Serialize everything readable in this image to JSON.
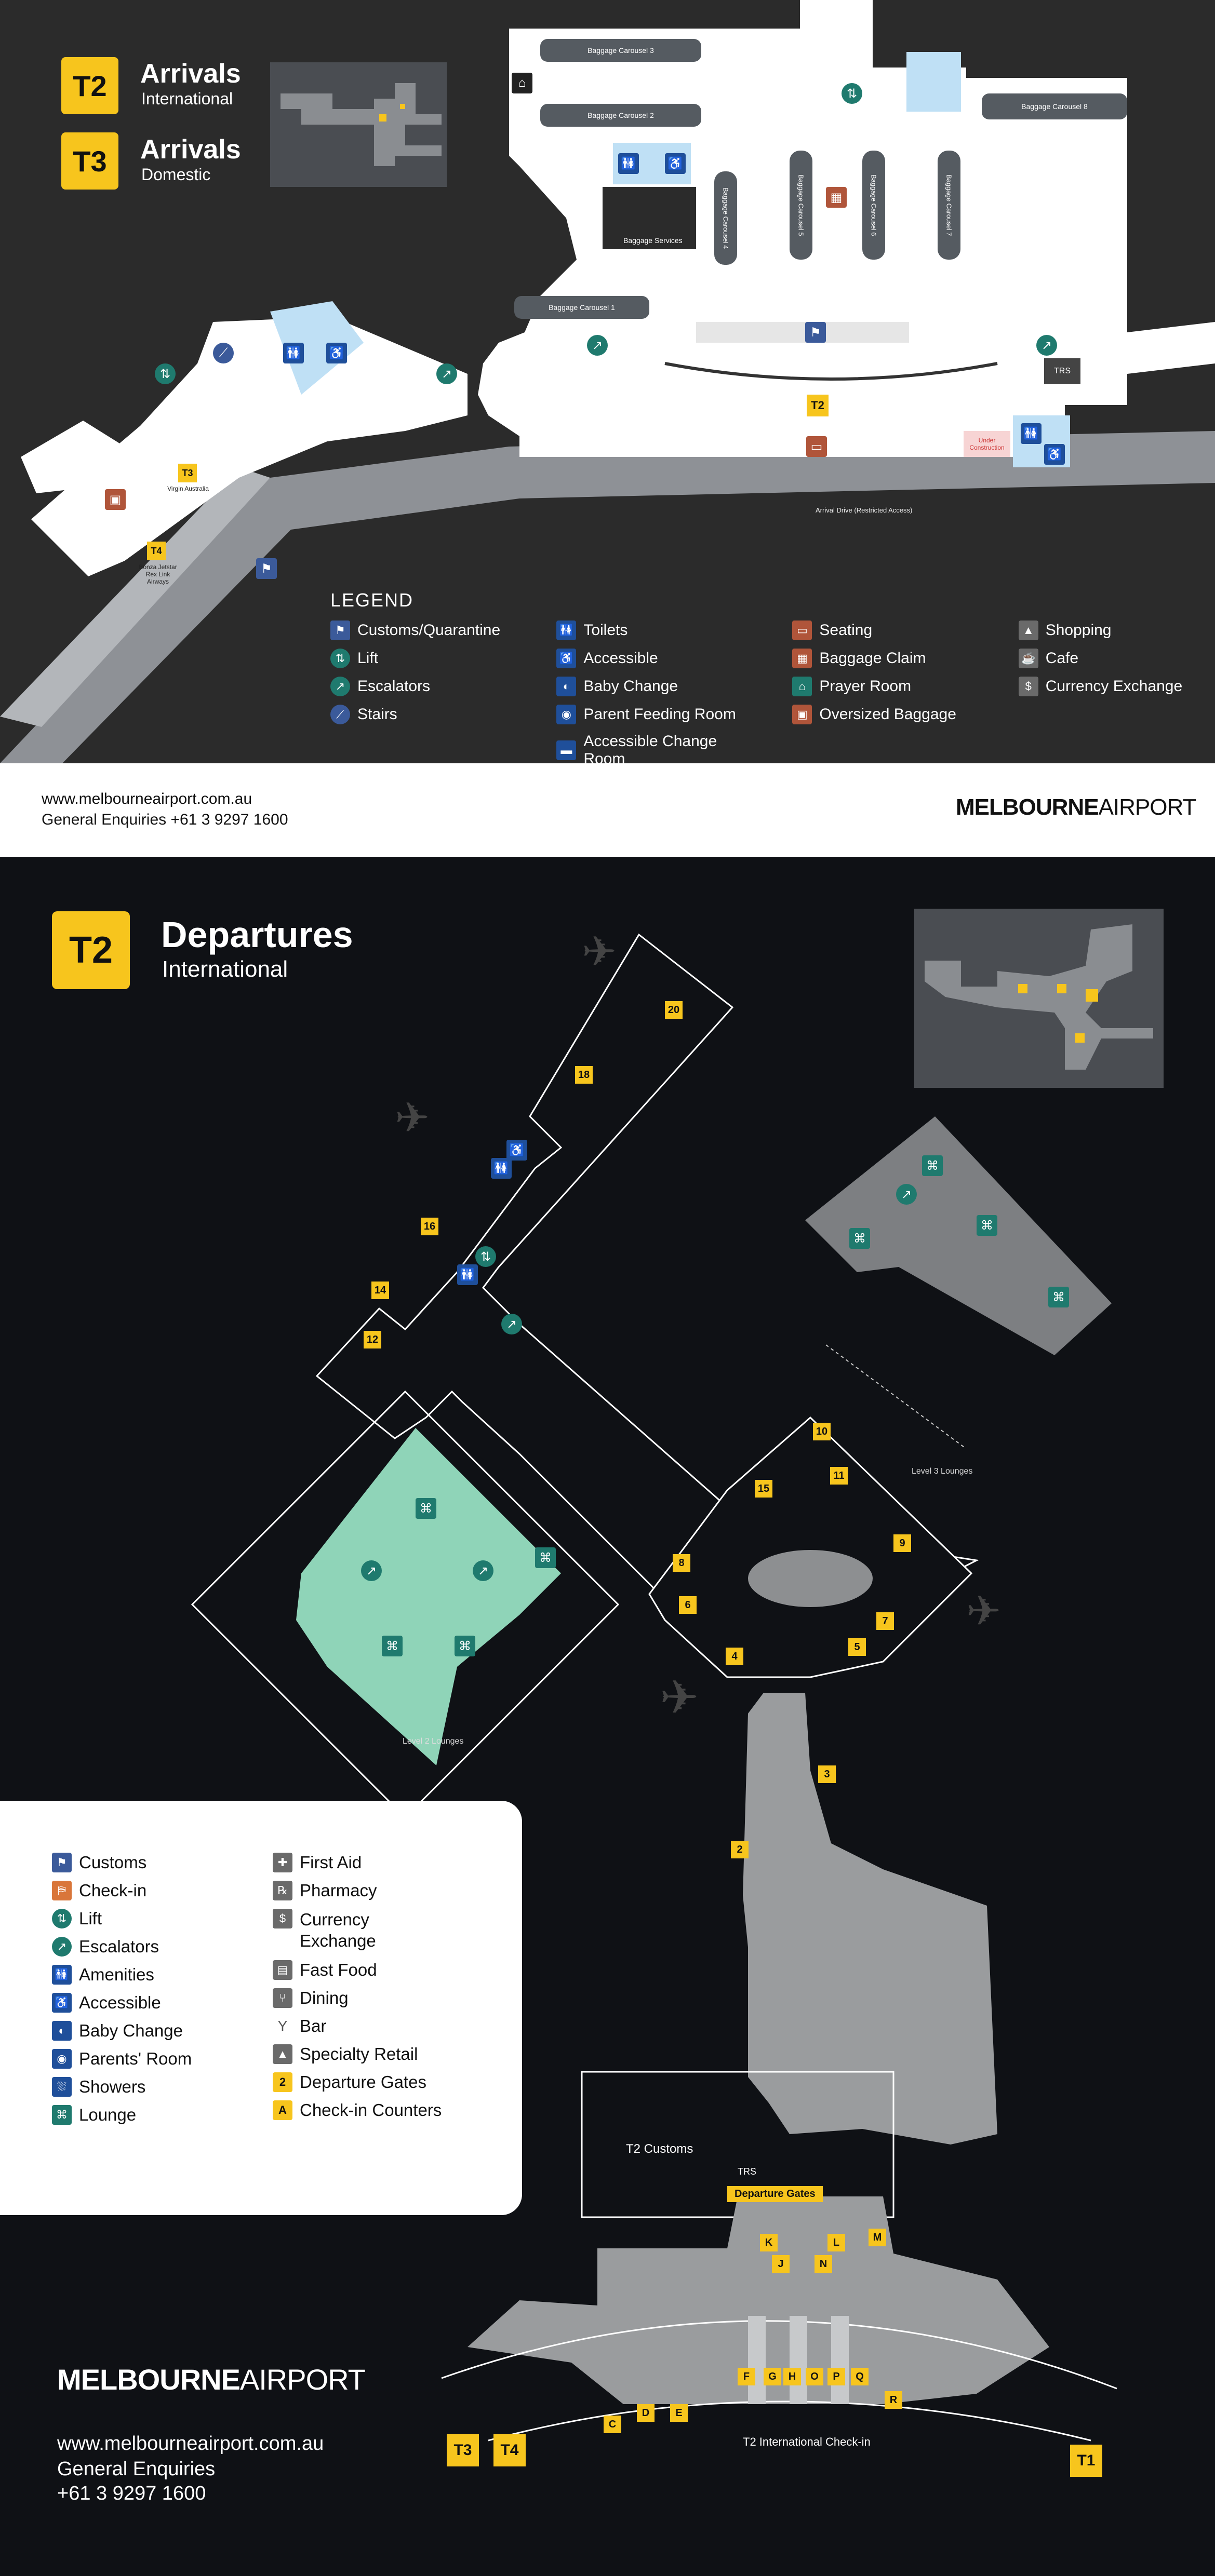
{
  "arrivals": {
    "t2_badge": "T2",
    "t2_title": "Arrivals",
    "t2_subtitle": "International",
    "t3_badge": "T3",
    "t3_title": "Arrivals",
    "t3_subtitle": "Domestic",
    "map_labels": {
      "carousel_1": "Baggage Carousel 1",
      "carousel_2": "Baggage Carousel 2",
      "carousel_3": "Baggage Carousel 3",
      "carousel_4": "Baggage Carousel 4",
      "carousel_5": "Baggage Carousel 5",
      "carousel_6": "Baggage Carousel 6",
      "carousel_7": "Baggage Carousel 7",
      "carousel_8": "Baggage Carousel 8",
      "baggage_services": "Baggage Services",
      "t2_marker": "T2",
      "t3_marker": "T3",
      "t4_marker": "T4",
      "virgin": "Virgin Australia",
      "t4_airlines": "Bonza Jetstar Rex Link Airways",
      "arrival_drive": "Arrival Drive (Restricted Access)",
      "trs": "TRS",
      "under_construction": "Under Construction"
    },
    "legend_title": "LEGEND",
    "legend": [
      {
        "label": "Customs/Quarantine",
        "icon": "customs-icon",
        "color": "#3b5a9a"
      },
      {
        "label": "Lift",
        "icon": "lift-icon",
        "color": "#1f7a6e"
      },
      {
        "label": "Escalators",
        "icon": "escalator-icon",
        "color": "#1f7a6e"
      },
      {
        "label": "Stairs",
        "icon": "stairs-icon",
        "color": "#3b5a9a"
      },
      {
        "label": "Toilets",
        "icon": "toilets-icon",
        "color": "#1f4f9a"
      },
      {
        "label": "Accessible",
        "icon": "accessible-icon",
        "color": "#1f4f9a"
      },
      {
        "label": "Baby Change",
        "icon": "baby-change-icon",
        "color": "#1f4f9a"
      },
      {
        "label": "Parent Feeding Room",
        "icon": "parent-feeding-icon",
        "color": "#1f4f9a"
      },
      {
        "label": "Accessible Change Room",
        "icon": "accessible-change-icon",
        "color": "#1f4f9a"
      },
      {
        "label": "Seating",
        "icon": "seating-icon",
        "color": "#b0553a"
      },
      {
        "label": "Baggage Claim",
        "icon": "baggage-claim-icon",
        "color": "#b0553a"
      },
      {
        "label": "Prayer Room",
        "icon": "prayer-room-icon",
        "color": "#1f7a6e"
      },
      {
        "label": "Oversized Baggage",
        "icon": "oversized-baggage-icon",
        "color": "#b0553a"
      },
      {
        "label": "Shopping",
        "icon": "shopping-icon",
        "color": "#6a6a6a"
      },
      {
        "label": "Cafe",
        "icon": "cafe-icon",
        "color": "#6a6a6a"
      },
      {
        "label": "Currency Exchange",
        "icon": "currency-exchange-icon",
        "color": "#6a6a6a"
      }
    ]
  },
  "footer": {
    "url": "www.melbourneairport.com.au",
    "enquiries": "General Enquiries  +61 3 9297 1600",
    "brand_bold": "MELBOURNE",
    "brand_light": "AIRPORT"
  },
  "departures": {
    "badge": "T2",
    "title": "Departures",
    "subtitle": "International",
    "gates": [
      "20",
      "18",
      "16",
      "14",
      "12",
      "10",
      "11",
      "15",
      "9",
      "8",
      "6",
      "7",
      "4",
      "5",
      "3",
      "2"
    ],
    "check_in_counters": [
      "K",
      "L",
      "M",
      "J",
      "N",
      "F",
      "G",
      "H",
      "O",
      "P",
      "Q",
      "R",
      "C",
      "D",
      "E"
    ],
    "labels": {
      "level3_lounges": "Level 3 Lounges",
      "level2_lounges": "Level 2 Lounges",
      "t2_customs": "T2 Customs",
      "trs": "TRS",
      "departure_gates": "Departure Gates",
      "t2_checkin": "T2 International Check-in",
      "t3": "T3",
      "t4": "T4",
      "t1": "T1"
    },
    "legend_left": [
      {
        "label": "Customs",
        "icon": "customs-icon",
        "color": "#3b5a9a"
      },
      {
        "label": "Check-in",
        "icon": "check-in-icon",
        "color": "#d9763a"
      },
      {
        "label": "Lift",
        "icon": "lift-icon",
        "color": "#1f7a6e"
      },
      {
        "label": "Escalators",
        "icon": "escalator-icon",
        "color": "#1f7a6e"
      },
      {
        "label": "Amenities",
        "icon": "amenities-icon",
        "color": "#1f4f9a"
      },
      {
        "label": "Accessible",
        "icon": "accessible-icon",
        "color": "#1f4f9a"
      },
      {
        "label": "Baby Change",
        "icon": "baby-change-icon",
        "color": "#1f4f9a"
      },
      {
        "label": "Parents' Room",
        "icon": "parents-room-icon",
        "color": "#1f4f9a"
      },
      {
        "label": "Showers",
        "icon": "shower-icon",
        "color": "#1f4f9a"
      },
      {
        "label": "Lounge",
        "icon": "lounge-icon",
        "color": "#1f7a6e"
      }
    ],
    "legend_right": [
      {
        "label": "First Aid",
        "icon": "first-aid-icon",
        "color": "#6a6a6a"
      },
      {
        "label": "Pharmacy",
        "icon": "pharmacy-icon",
        "color": "#6a6a6a"
      },
      {
        "label": "Currency Exchange",
        "icon": "currency-exchange-icon",
        "color": "#6a6a6a"
      },
      {
        "label": "Fast Food",
        "icon": "fast-food-icon",
        "color": "#6a6a6a"
      },
      {
        "label": "Dining",
        "icon": "dining-icon",
        "color": "#6a6a6a"
      },
      {
        "label": "Bar",
        "icon": "bar-icon",
        "color": "#6a6a6a"
      },
      {
        "label": "Specialty Retail",
        "icon": "retail-icon",
        "color": "#6a6a6a"
      },
      {
        "label": "Departure Gates",
        "icon": "gate-badge",
        "color": "#f7c51d",
        "badge": "2"
      },
      {
        "label": "Check-in Counters",
        "icon": "counter-badge",
        "color": "#f7c51d",
        "badge": "A"
      }
    ],
    "footer": {
      "brand_bold": "MELBOURNE",
      "brand_light": "AIRPORT",
      "url": "www.melbourneairport.com.au",
      "enquiries_label": "General Enquiries",
      "phone": "+61 3 9297 1600"
    }
  }
}
